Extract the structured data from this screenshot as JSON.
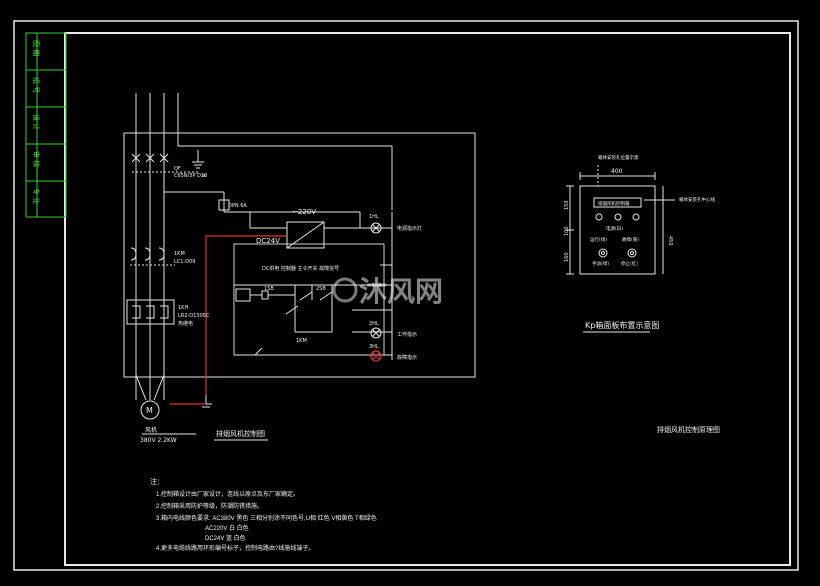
{
  "side_table": {
    "cells": [
      "图 期",
      "纸 号",
      "设 计",
      "审 核",
      "专 业"
    ]
  },
  "main_diagram": {
    "ground_label": "≡",
    "breaker_label_line1": "QF",
    "breaker_label_line2": "C65N/3P D10",
    "fuse_label": "DPN 6A",
    "ac_label": "~220V",
    "dc_label": "DC24V",
    "contactor_label_line1": "1KM",
    "contactor_label_line2": "LC1-D09",
    "relay_label_line1": "1KH",
    "relay_label_line2": "LR2-D1305C",
    "relay_label_line3": "热继电",
    "motor_symbol": "M",
    "motor_name": "风机",
    "motor_spec": "380V 2.2KW",
    "lamp1_label": "电源指示灯",
    "lamp2_label": "工作指示",
    "lamp3_label": "故障指示",
    "hl_labels": [
      "1HL",
      "2HL",
      "3HL"
    ],
    "relay_labels": [
      "1KA",
      "1SB",
      "2SB",
      "1KM"
    ],
    "note_top": "DC供电 控制器 主令开关 故障信号",
    "caption": "排烟风机控制图"
  },
  "panel": {
    "top_annotation": "箱体安装孔位置示意",
    "box_title": "排烟风机控制箱",
    "right_annotation": "箱体安装孔中心线",
    "dim_width": "400",
    "dim_150": "150",
    "dim_100": "100",
    "dim_160": "160",
    "dim_right": "450",
    "lbl_power": "电源(白)",
    "lbl_run": "运行(绿)",
    "lbl_fault": "故障(黄)",
    "lbl_manual": "手动(绿)",
    "lbl_stop": "停止(红)",
    "caption": "Kp箱面板布置示意图"
  },
  "right_caption": "排烟风机控制原理图",
  "watermark": "沐风网",
  "notes": {
    "heading": "注：",
    "lines": [
      "1.控制箱设计由厂家设计，连线以原点及东厂家确定。",
      "2.控制箱采用防护等级，防潮防锈措施。",
      "3.箱内电线颜色要求: AC380V 黑色 三相分别涂不同色号,U相 红色 V相黄色 T相绿色",
      "AC220V 白 白色",
      "DC24V 蓝 白色",
      "4.更多电缆线路用环形编号标子，控制电路由?线施线端子。"
    ]
  }
}
